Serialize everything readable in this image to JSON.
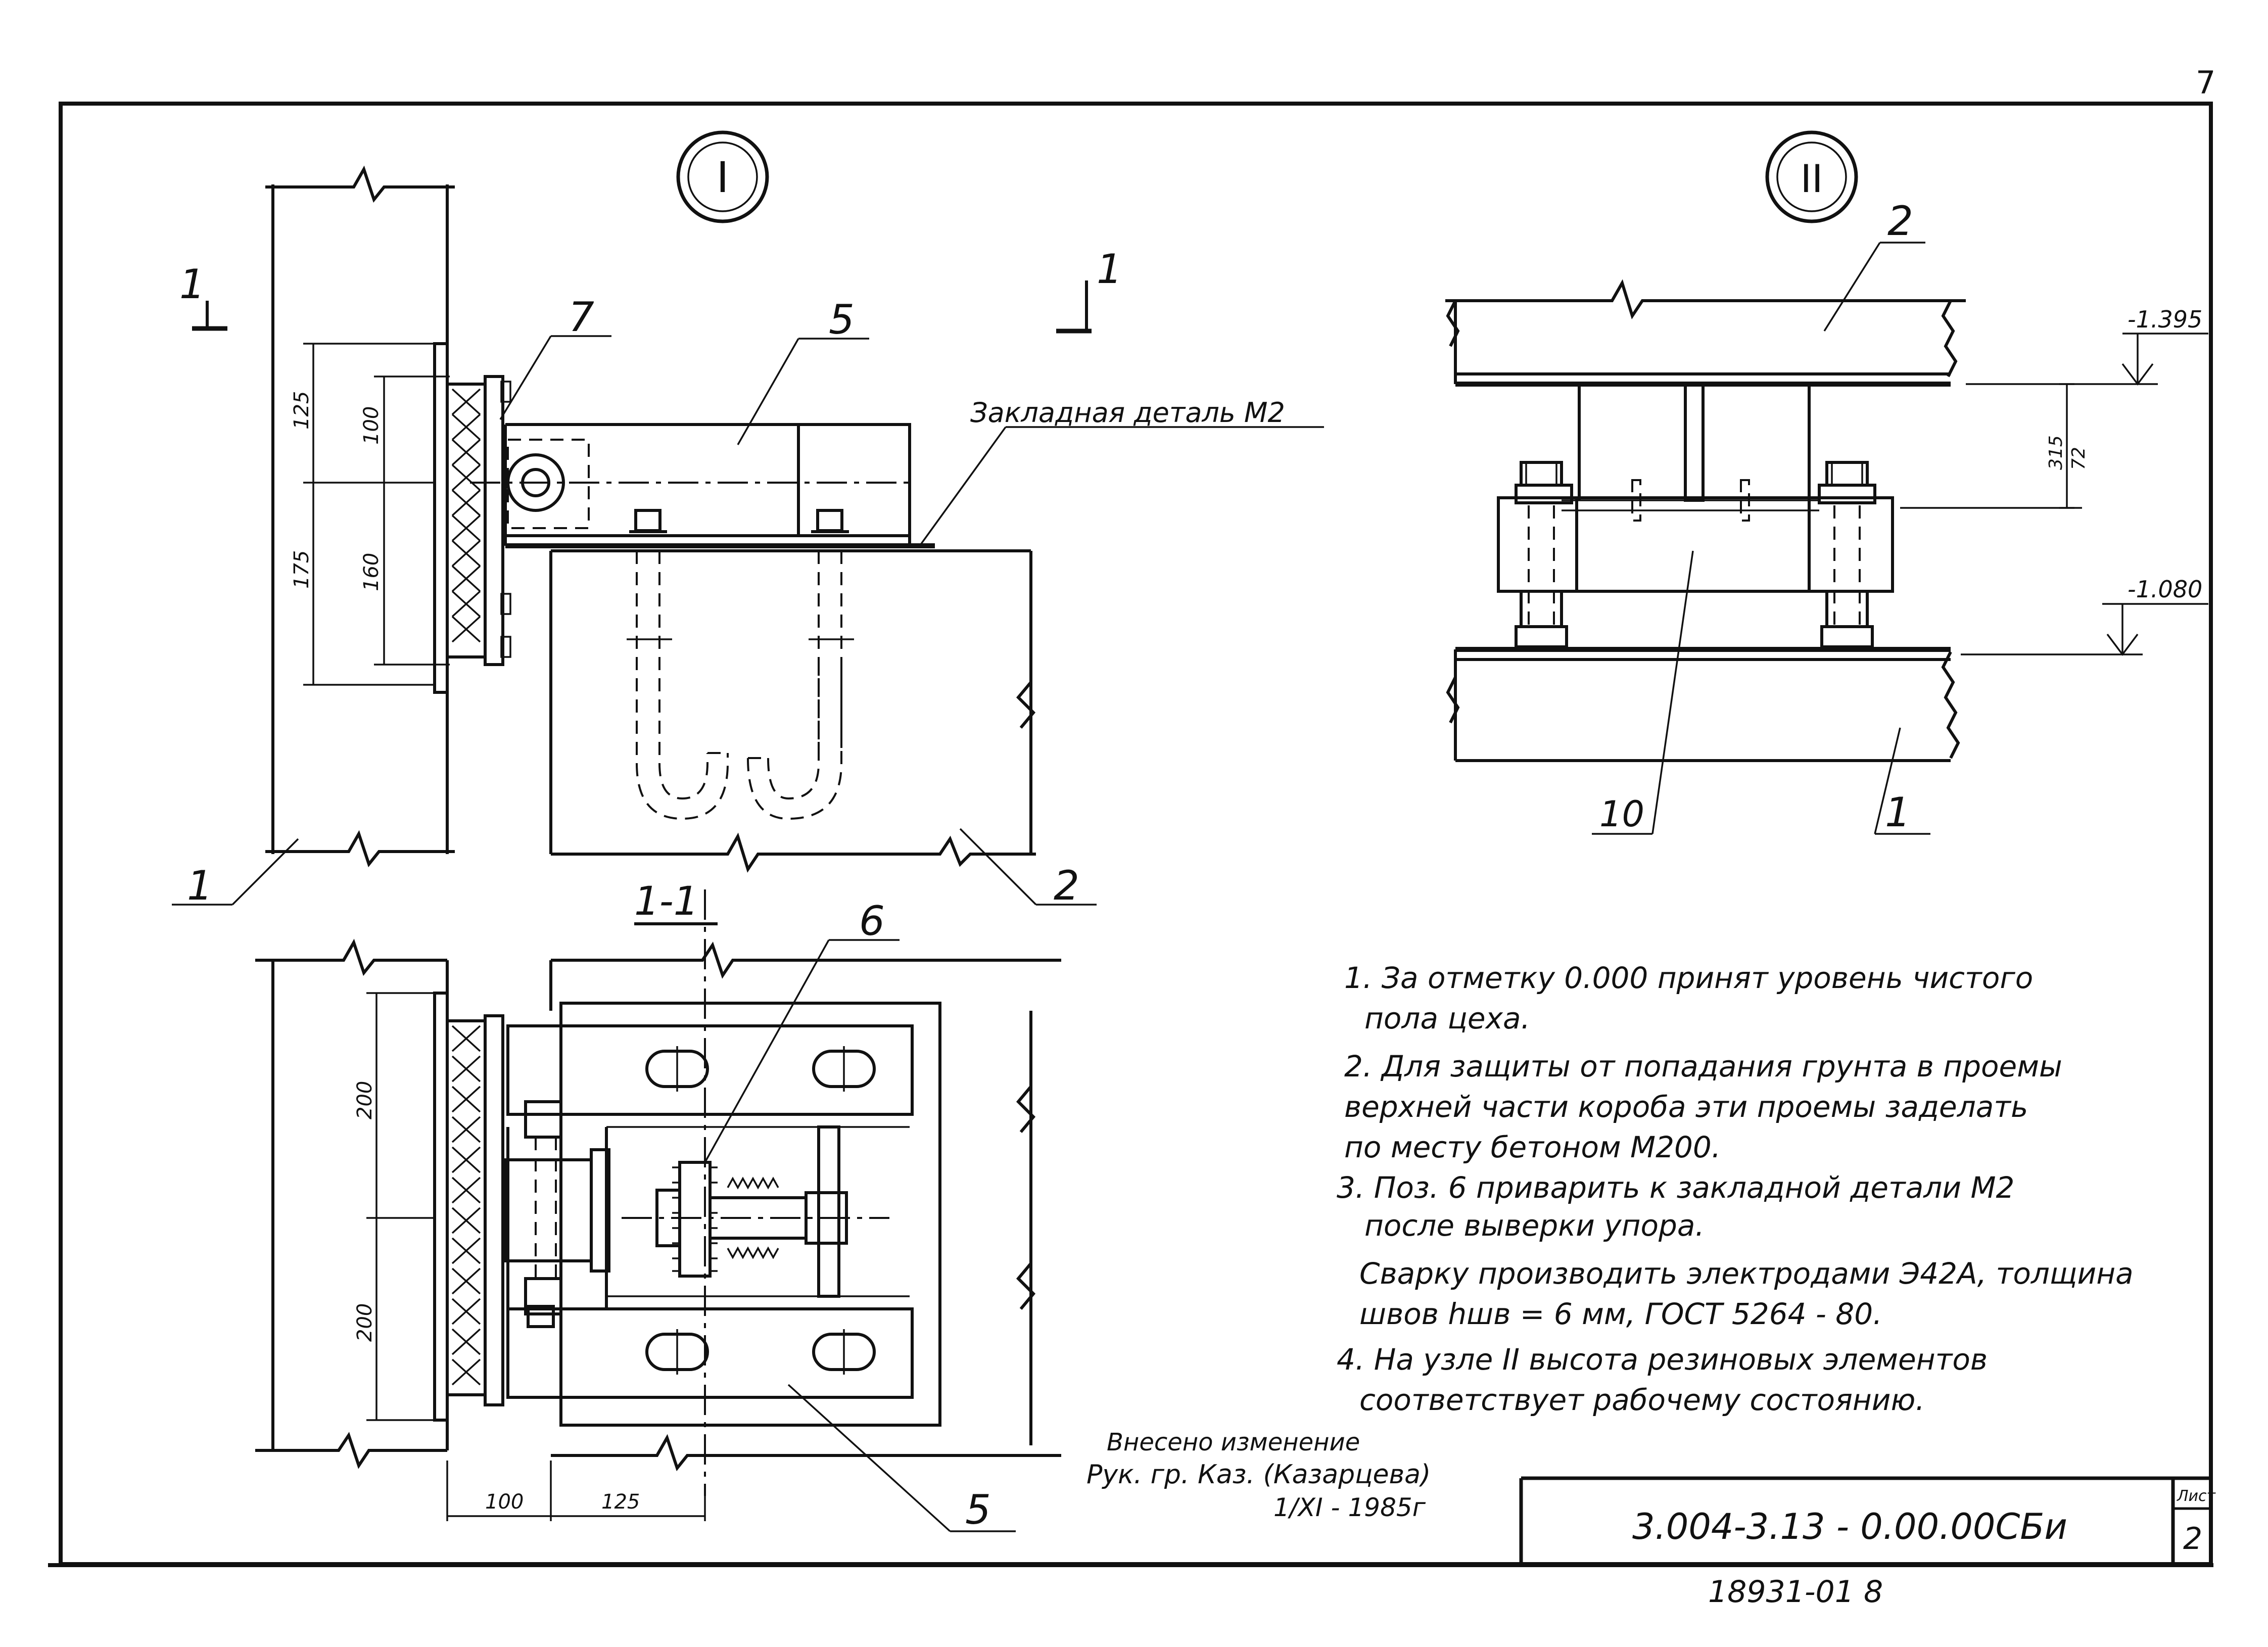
{
  "sheet": {
    "page_number": "7",
    "designation": "3.004-3.13 - 0.00.00СБи",
    "archive_number": "18931-01 8",
    "sheet_label": "Лист",
    "sheet_no": "2"
  },
  "node_markers": {
    "node_1": "I",
    "node_2": "II"
  },
  "view_1": {
    "section_mark": "1",
    "embedded_part_label": "Закладная деталь М2",
    "positions": {
      "p1": "1",
      "p2": "2",
      "p5": "5",
      "p7": "7"
    },
    "dims": {
      "d125": "125",
      "d100": "100",
      "d175": "175",
      "d160": "160"
    }
  },
  "section_1_1": {
    "title": "1-1",
    "positions": {
      "p6": "6",
      "p5": "5"
    },
    "dims": {
      "d200a": "200",
      "d200b": "200",
      "d100": "100",
      "d125": "125"
    }
  },
  "view_2": {
    "positions": {
      "p2": "2",
      "p1": "1",
      "p10": "10"
    },
    "levels": {
      "top": "-1.395",
      "bottom": "-1.080"
    },
    "dims": {
      "a": "315",
      "b": "72"
    }
  },
  "notes": [
    "1. За отметку 0.000 принят уровень чистого",
    "пола цеха.",
    "2. Для защиты от попадания грунта в проемы",
    "верхней части короба эти проемы заделать",
    "по месту бетоном М200.",
    "3. Поз. 6 приварить к закладной детали М2",
    "после выверки упора.",
    "Сварку производить электродами Э42А, толщина",
    "швов hшв = 6 мм, ГОСТ 5264 - 80.",
    "4. На узле II высота резиновых элементов",
    "соответствует рабочему состоянию."
  ],
  "revision": {
    "line1": "Внесено изменение",
    "line2": "Рук. гр. Каз. (Казарцева)",
    "line3": "1/XI - 1985г"
  }
}
